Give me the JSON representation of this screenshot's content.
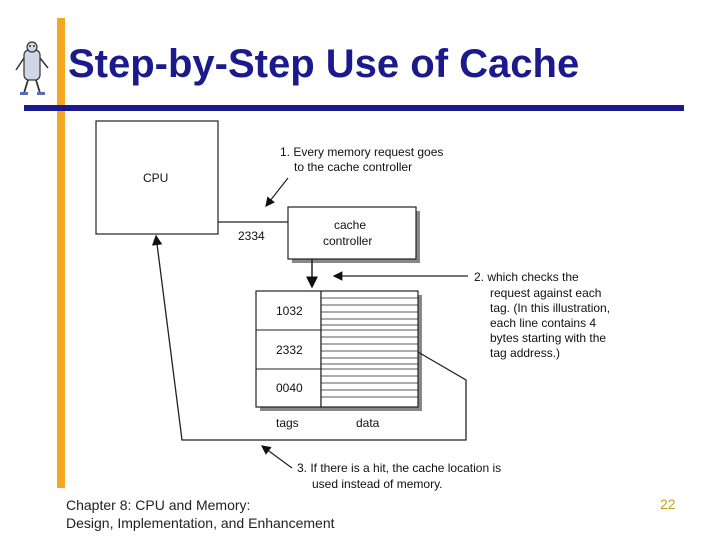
{
  "slide": {
    "title": "Step-by-Step Use of Cache",
    "footer_line1": "Chapter 8: CPU and Memory:",
    "footer_line2": "Design, Implementation, and Enhancement",
    "page_number": "22",
    "colors": {
      "title": "#1a1a8c",
      "accent_bar": "#f5a623",
      "rule": "#1a1a8c",
      "page_number": "#c8a020"
    },
    "logo_icon": "robot-mascot-icon"
  },
  "diagram": {
    "cpu_label": "CPU",
    "address": "2334",
    "controller_line1": "cache",
    "controller_line2": "controller",
    "tags": [
      "1032",
      "2332",
      "0040"
    ],
    "tags_label": "tags",
    "data_label": "data",
    "note1": [
      "1. Every memory request goes",
      "to the cache controller"
    ],
    "note2": [
      "2. which checks the",
      "request against each",
      "tag. (In this illustration,",
      "each line contains 4",
      "bytes starting with the",
      "tag address.)"
    ],
    "note3": [
      "3. If there is a hit, the cache location is",
      "used instead of memory."
    ]
  }
}
